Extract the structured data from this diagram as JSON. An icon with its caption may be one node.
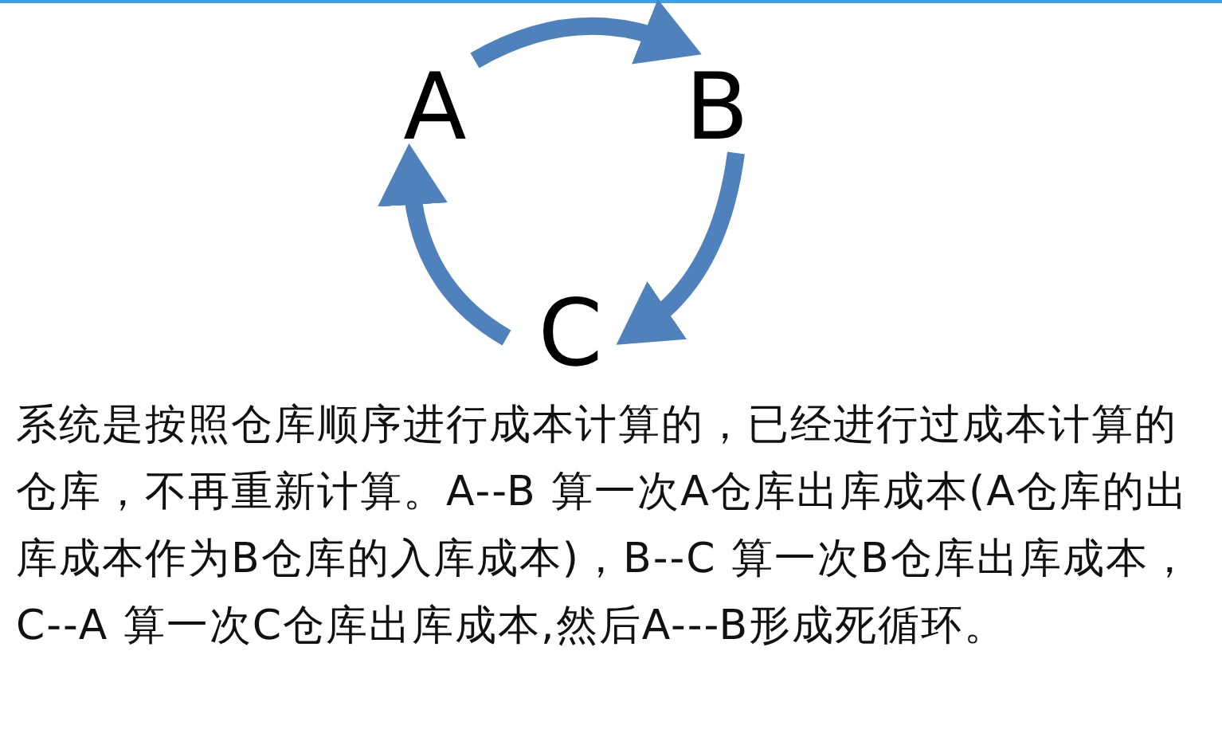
{
  "diagram": {
    "nodes": [
      {
        "text": [
          "A"
        ]
      },
      {
        "text": [
          "B"
        ]
      },
      {
        "text": [
          "C"
        ]
      }
    ],
    "edges": [
      {
        "from": 0,
        "to": 1,
        "arrow": "to"
      },
      {
        "from": 1,
        "to": 2,
        "arrow": "to"
      },
      {
        "from": 2,
        "to": 0,
        "arrow": "to"
      }
    ],
    "labels": [
      "系统是按照仓库顺序进行成本计算的，已经进行过成本计算的仓库，不再重新计算。A--B 算一次A仓库出库成本(A仓库的出库成本作为B仓库的入库成本)，B--C 算一次B仓库出库成本，C--A 算一次C仓库出库成本,然后A---B形成死循环。"
    ]
  }
}
